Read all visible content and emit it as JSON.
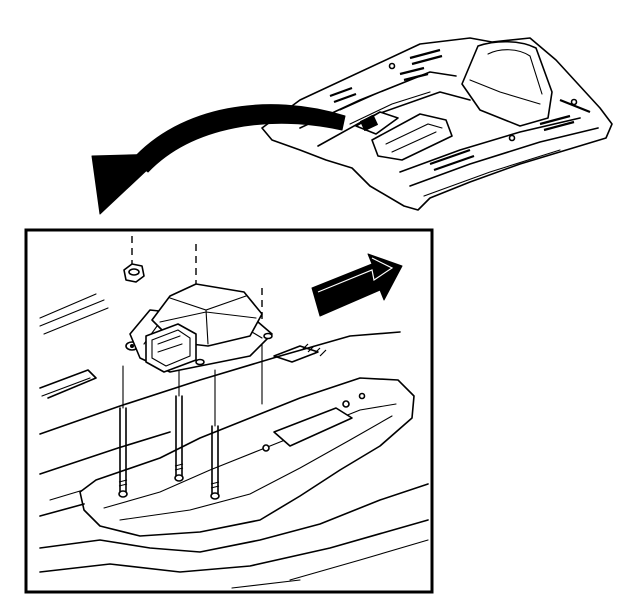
{
  "figure": {
    "background_color": "#ffffff",
    "line_color": "#000000",
    "parts": [
      {
        "name": "vehicle-floor-pan",
        "icon": "floor-pan-overview"
      },
      {
        "name": "location-arrow",
        "icon": "curved-arrow"
      },
      {
        "name": "detail-view-frame",
        "icon": "rectangle-frame"
      },
      {
        "name": "sensing-diagnostic-module",
        "icon": "control-module"
      },
      {
        "name": "retaining-nut",
        "icon": "hex-nut"
      },
      {
        "name": "mounting-studs",
        "icon": "threaded-stud"
      },
      {
        "name": "vehicle-front-arrow",
        "icon": "direction-arrow"
      }
    ]
  }
}
